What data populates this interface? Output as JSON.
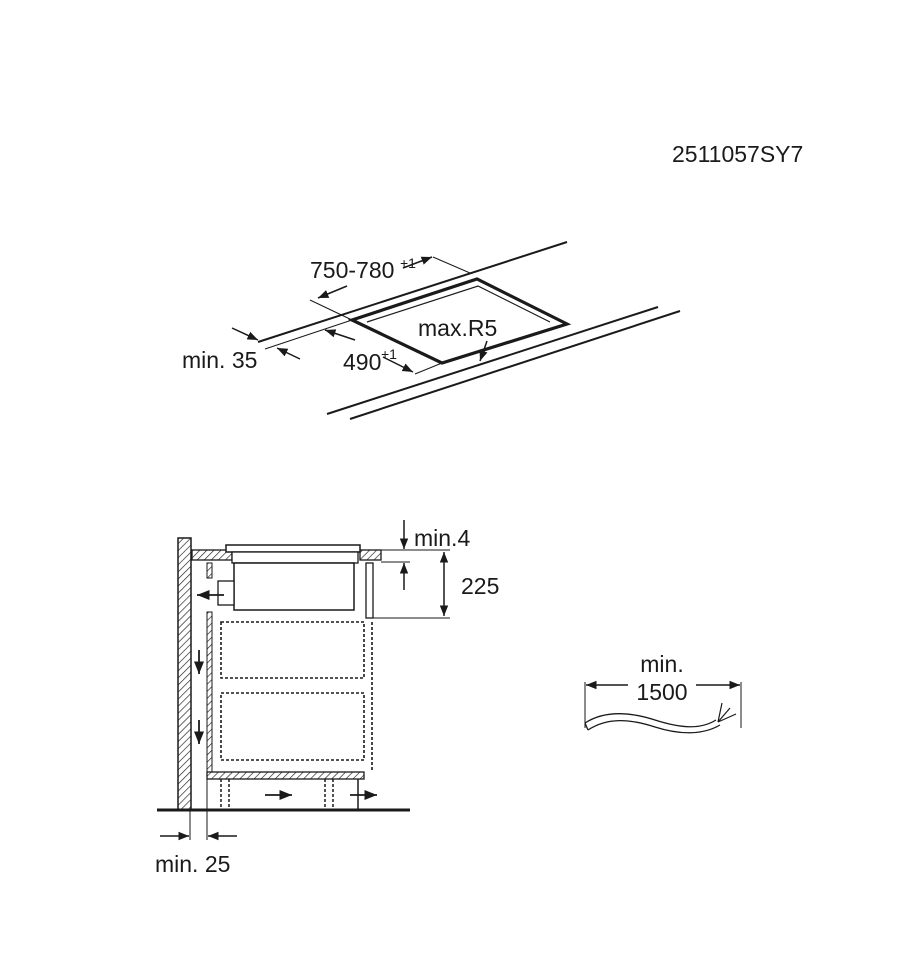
{
  "model_code": "2511057SY7",
  "cutout_diagram": {
    "width_label": "750-780",
    "width_tolerance": "+1",
    "depth_label": "490",
    "depth_tolerance": "+1",
    "front_distance_label": "min. 35",
    "corner_radius_label": "max.R5"
  },
  "section_diagram": {
    "top_gap_label": "min.4",
    "height_label": "225",
    "wall_gap_label": "min. 25"
  },
  "cable_diagram": {
    "label_line1": "min.",
    "label_line2": "1500"
  }
}
